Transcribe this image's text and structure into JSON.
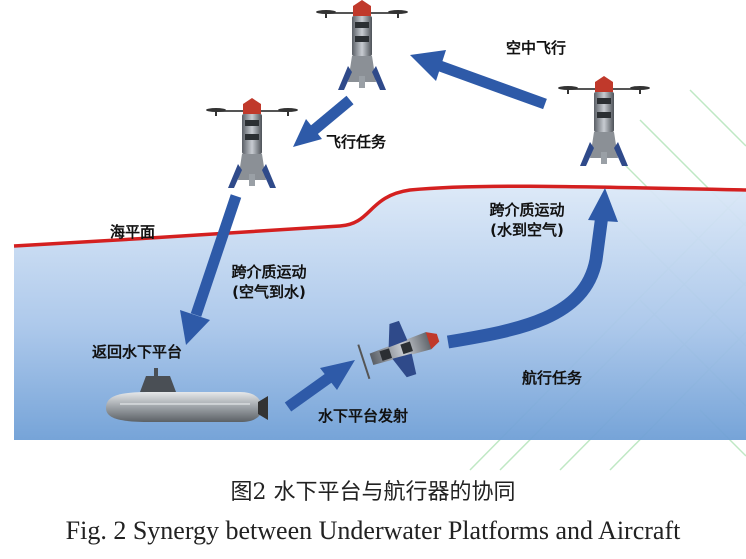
{
  "labels": {
    "air_flight": "空中飞行",
    "flight_mission": "飞行任务",
    "sea_level": "海平面",
    "cross_medium_up_line1": "跨介质运动",
    "cross_medium_up_line2": "(水到空气)",
    "cross_medium_down_line1": "跨介质运动",
    "cross_medium_down_line2": "(空气到水)",
    "return_platform": "返回水下平台",
    "navigation_mission": "航行任务",
    "launch": "水下平台发射"
  },
  "caption": {
    "zh": "图2  水下平台与航行器的协同",
    "en": "Fig. 2 Synergy between Underwater Platforms and Aircraft"
  },
  "colors": {
    "sea_level_line": "#d42020",
    "arrow": "#2e5aa8",
    "water_top": "#dbe8f7",
    "water_bottom": "#6f9fd6",
    "watermark_lines": "#bfe8c4"
  },
  "icons": [
    "drone-icon",
    "submarine-icon",
    "vehicle-icon"
  ]
}
